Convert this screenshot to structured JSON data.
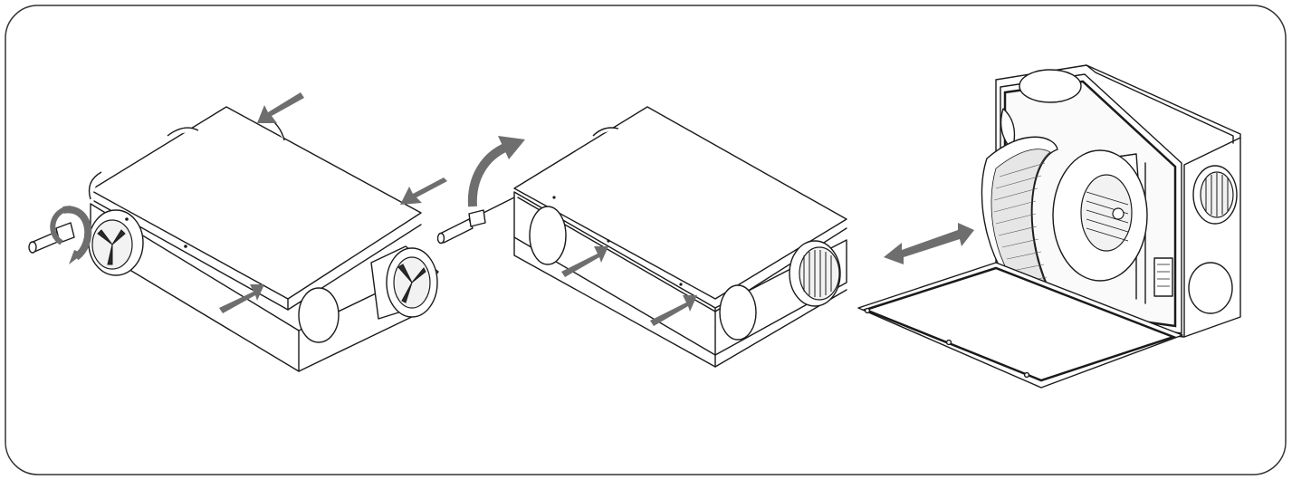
{
  "figure": {
    "panels": [
      {
        "name": "unscrew-cover",
        "icons": [
          "screw-icon",
          "rotate-arrow-icon",
          "press-arrow-icon"
        ]
      },
      {
        "name": "lift-cover",
        "icons": [
          "screwdriver-icon",
          "lift-arrow-icon",
          "press-arrow-icon"
        ]
      },
      {
        "name": "remove-fan",
        "icons": [
          "double-arrow-icon",
          "fan-icon"
        ]
      }
    ],
    "colors": {
      "frame": "#333333",
      "arrow": "#6e6e6e",
      "line": "#1a1a1a"
    }
  }
}
